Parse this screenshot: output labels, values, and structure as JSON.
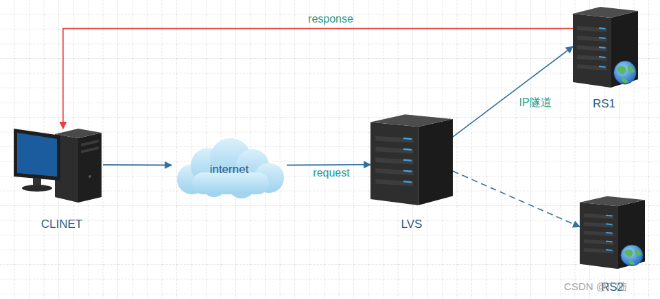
{
  "diagram": {
    "nodes": [
      {
        "text": [
          "CLINET"
        ]
      },
      {
        "text": [
          "internet"
        ]
      },
      {
        "text": [
          "LVS"
        ]
      },
      {
        "text": [
          "RS1"
        ]
      },
      {
        "text": [
          "RS2"
        ]
      }
    ],
    "edges": [
      {
        "from": 0,
        "to": 1,
        "arrow": "to"
      },
      {
        "from": 1,
        "to": 2,
        "label": "request",
        "arrow": "to"
      },
      {
        "from": 2,
        "to": 3,
        "label": "IP隧道",
        "arrow": "to"
      },
      {
        "from": 2,
        "to": 4,
        "arrow": "to"
      },
      {
        "from": 3,
        "to": 0,
        "label": "response",
        "arrow": "to"
      }
    ],
    "labels": [
      "CSDN @广陆"
    ]
  }
}
